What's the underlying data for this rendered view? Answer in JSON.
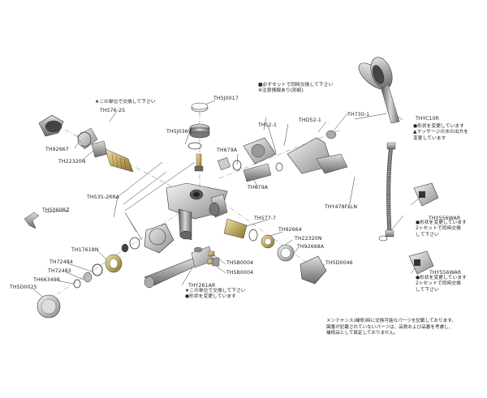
{
  "labels": {
    "th5j0017": "TH5J0017",
    "th5j0369": "TH5J0369",
    "th576_2s": "TH576-2S",
    "th92667": "TH92667",
    "th22320n_a": "TH22320N",
    "th5060rz": "TH5060RZ",
    "th535_2rra": "TH535-2RRA",
    "th679a_top": "TH679A",
    "th679a_bottom": "TH679A",
    "thd52_1_a": "TH52-1",
    "thd52_1_b": "THD52-1",
    "th730_1": "TH730-1",
    "thyc10r": "THYC10R",
    "thy478flln": "THY478FLLN",
    "th577_7": "TH577-7",
    "th92664": "TH92664",
    "th22320n_b": "TH22320N",
    "th92668a": "TH92668A",
    "th5d0046": "TH5D0046",
    "th5b0004_a": "TH5B0004",
    "th5b0004_b": "TH5B0004",
    "th17618n": "TH17618N",
    "th72484": "TH72484",
    "th72483": "TH72483",
    "th66349r": "TH66349R",
    "th5d0025": "TH5D0025",
    "thy261ar": "THY261AR",
    "thy556war_a": "THY556WAR",
    "thy556war_b": "THY556WAR"
  },
  "notes": {
    "unit_note_left": "★この単位で交換して下さい",
    "set_note_1": "■必ずセットで同時交換して下さい",
    "set_note_2": "※注意情報あり(別紙)",
    "shower_note_1": "●形状を変更しています",
    "shower_note_2": "▲マッサージの水の出方を",
    "shower_note_3": "変更しています",
    "holder_note_1": "●形状を変更しています",
    "holder_note_2": "2ヶセットで同時交換",
    "holder_note_3": "して下さい",
    "holder2_note_1": "●形状を変更しています",
    "holder2_note_2": "2ヶセットで同時交換",
    "holder2_note_3": "して下さい",
    "spout_note_1": "★この単位で交換して下さい",
    "spout_note_2": "●形状を変更しています"
  },
  "footer": {
    "line1": "メンテナンス(補修)時に交換可能なパーツを記載しております。",
    "line2": "図番が記載されていないパーツは、品質および品番を考慮し、",
    "line3": "補修品として設定しておりません。"
  }
}
